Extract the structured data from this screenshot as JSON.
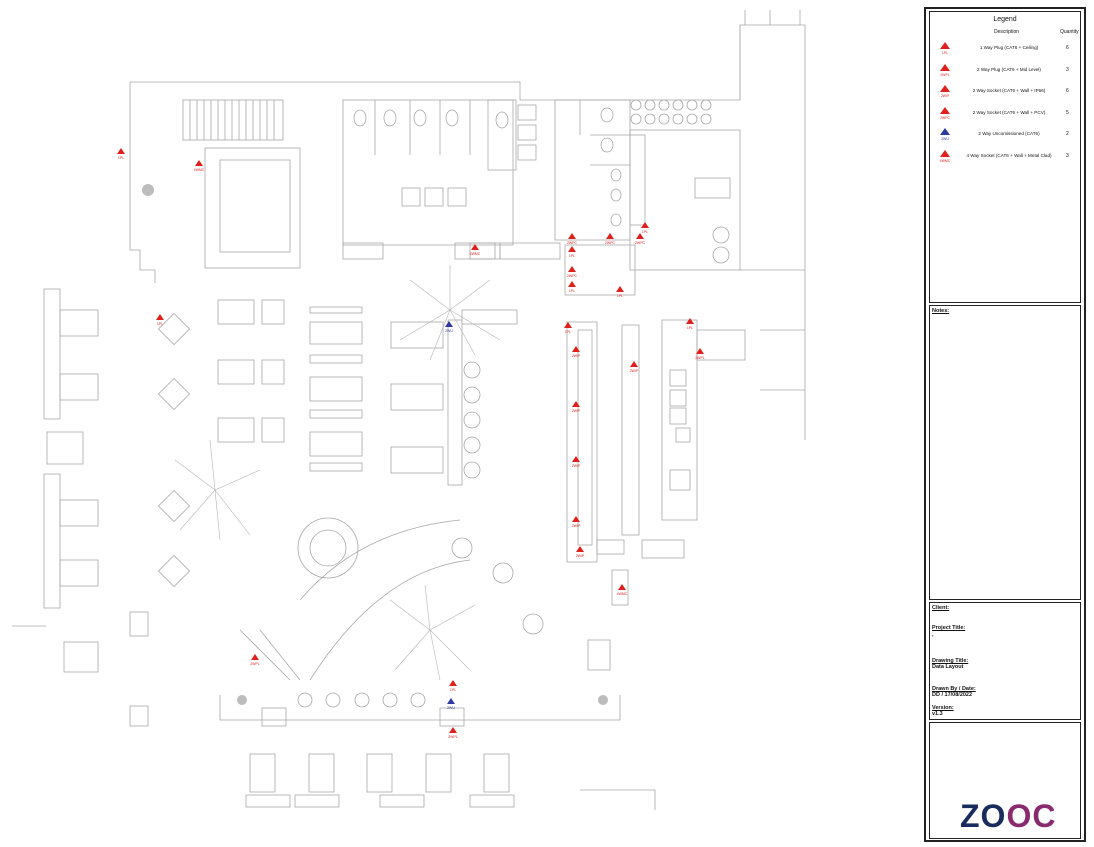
{
  "legend": {
    "title": "Legend",
    "col_description": "Description",
    "col_quantity": "Quantity",
    "items": [
      {
        "code": "1PL",
        "description": "1 Way Plug (CAT6 + Ceiling)",
        "quantity": "6",
        "color": "#e0201c"
      },
      {
        "code": "2WPL",
        "description": "2 Way Plug (CAT6 + Mid Level)",
        "quantity": "3",
        "color": "#e0201c"
      },
      {
        "code": "2WIP",
        "description": "2 Way Socket (CAT6 + Wall + IP66)",
        "quantity": "6",
        "color": "#e0201c"
      },
      {
        "code": "2WPC",
        "description": "2 Way Socket (CAT6 + Wall + PCV)",
        "quantity": "5",
        "color": "#e0201c"
      },
      {
        "code": "2WU",
        "description": "2 Way Uncomissioned (CAT6)",
        "quantity": "2",
        "color": "#2b3a9e"
      },
      {
        "code": "4WMC",
        "description": "4 Way Socket (CAT6 + Wall + Metal Clad)",
        "quantity": "3",
        "color": "#e0201c"
      }
    ]
  },
  "notes": {
    "label": "Notes:"
  },
  "info": {
    "client_label": "Client:",
    "project_label": "Project Title:",
    "project_value": ",",
    "drawing_label": "Drawing Title:",
    "drawing_value": "Data Layout",
    "drawn_label": "Drawn By / Date:",
    "drawn_value": "DD / 17/08/2022",
    "version_label": "Version:",
    "version_value": "v1.3"
  },
  "logo": {
    "text": "ZOOC",
    "colors": [
      "#1a2b5e",
      "#1a2b5e",
      "#8a2a6e",
      "#8a2a6e"
    ]
  },
  "plan": {
    "line_color": "#9a9a9a",
    "marker_red": "#e0201c",
    "marker_blue": "#2b3a9e"
  }
}
